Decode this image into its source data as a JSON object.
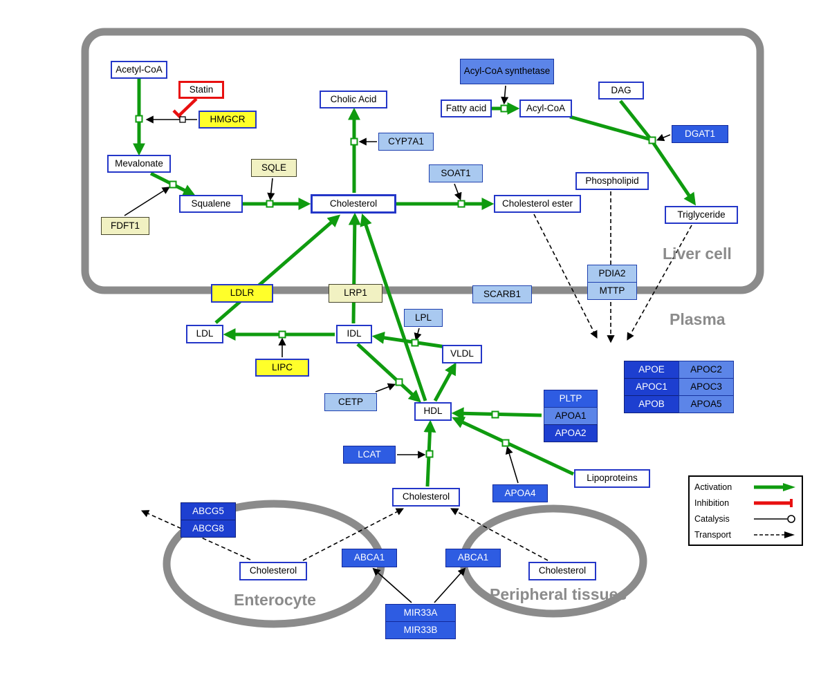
{
  "compartments": {
    "liver": {
      "label": "Liver cell"
    },
    "plasma": {
      "label": "Plasma"
    },
    "enterocyte": {
      "label": "Enterocyte"
    },
    "peripheral": {
      "label": "Peripheral tissues"
    }
  },
  "nodes": {
    "acetyl_coa": {
      "label": "Acetyl-CoA"
    },
    "statin": {
      "label": "Statin"
    },
    "hmgcr": {
      "label": "HMGCR"
    },
    "mevalonate": {
      "label": "Mevalonate"
    },
    "fdft1": {
      "label": "FDFT1"
    },
    "squalene": {
      "label": "Squalene"
    },
    "sqle": {
      "label": "SQLE"
    },
    "cholesterol_liver": {
      "label": "Cholesterol"
    },
    "cholic_acid": {
      "label": "Cholic Acid"
    },
    "cyp7a1": {
      "label": "CYP7A1"
    },
    "soat1": {
      "label": "SOAT1"
    },
    "cholesterol_ester": {
      "label": "Cholesterol ester"
    },
    "acyl_coa_synthetase": {
      "label": "Acyl-CoA synthetase"
    },
    "fatty_acid": {
      "label": "Fatty acid"
    },
    "acyl_coa": {
      "label": "Acyl-CoA"
    },
    "dag": {
      "label": "DAG"
    },
    "dgat1": {
      "label": "DGAT1"
    },
    "phospholipid": {
      "label": "Phospholipid"
    },
    "triglyceride": {
      "label": "Triglyceride"
    },
    "ldlr": {
      "label": "LDLR"
    },
    "lrp1": {
      "label": "LRP1"
    },
    "scarb1": {
      "label": "SCARB1"
    },
    "pdia2": {
      "label": "PDIA2"
    },
    "mttp": {
      "label": "MTTP"
    },
    "ldl": {
      "label": "LDL"
    },
    "idl": {
      "label": "IDL"
    },
    "lipc": {
      "label": "LIPC"
    },
    "lpl": {
      "label": "LPL"
    },
    "vldl": {
      "label": "VLDL"
    },
    "cetp": {
      "label": "CETP"
    },
    "hdl": {
      "label": "HDL"
    },
    "lcat": {
      "label": "LCAT"
    },
    "pltp": {
      "label": "PLTP"
    },
    "apoa1": {
      "label": "APOA1"
    },
    "apoa2": {
      "label": "APOA2"
    },
    "apoa4": {
      "label": "APOA4"
    },
    "lipoproteins": {
      "label": "Lipoproteins"
    },
    "apoe": {
      "label": "APOE"
    },
    "apoc2": {
      "label": "APOC2"
    },
    "apoc1": {
      "label": "APOC1"
    },
    "apoc3": {
      "label": "APOC3"
    },
    "apob": {
      "label": "APOB"
    },
    "apoa5": {
      "label": "APOA5"
    },
    "cholesterol_plasma": {
      "label": "Cholesterol"
    },
    "abcg5": {
      "label": "ABCG5"
    },
    "abcg8": {
      "label": "ABCG8"
    },
    "cholesterol_enterocyte": {
      "label": "Cholesterol"
    },
    "abca1_left": {
      "label": "ABCA1"
    },
    "abca1_right": {
      "label": "ABCA1"
    },
    "cholesterol_peripheral": {
      "label": "Cholesterol"
    },
    "mir33a": {
      "label": "MIR33A"
    },
    "mir33b": {
      "label": "MIR33B"
    }
  },
  "legend": {
    "items": [
      {
        "label": "Activation"
      },
      {
        "label": "Inhibition"
      },
      {
        "label": "Catalysis"
      },
      {
        "label": "Transport"
      }
    ]
  },
  "colors": {
    "activation": "#0f9b0f",
    "inhibition": "#e81010",
    "membrane": "#8b8b8b",
    "metabolite_border": "#2336c8",
    "highlight_yellow": "#ffff2a",
    "light_blue": "#a9c9f0",
    "strong_blue": "#2e5ce2",
    "dark_blue": "#1d3fd0"
  }
}
